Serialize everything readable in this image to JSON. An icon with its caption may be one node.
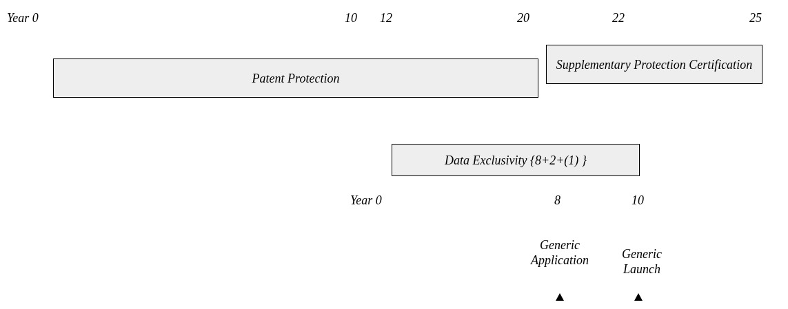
{
  "diagram": {
    "nodes": [
      {
        "text": [
          "Patent Protection"
        ]
      },
      {
        "text": [
          "Supplementary  Protection Certification"
        ]
      },
      {
        "text": [
          "Data Exclusivity {8+2+(1) }"
        ]
      }
    ],
    "labels": [
      "Year 0",
      "10",
      "12",
      "20",
      "22",
      "25",
      "Year 0",
      "8",
      "10",
      "Generic Application",
      "Generic Launch"
    ]
  }
}
